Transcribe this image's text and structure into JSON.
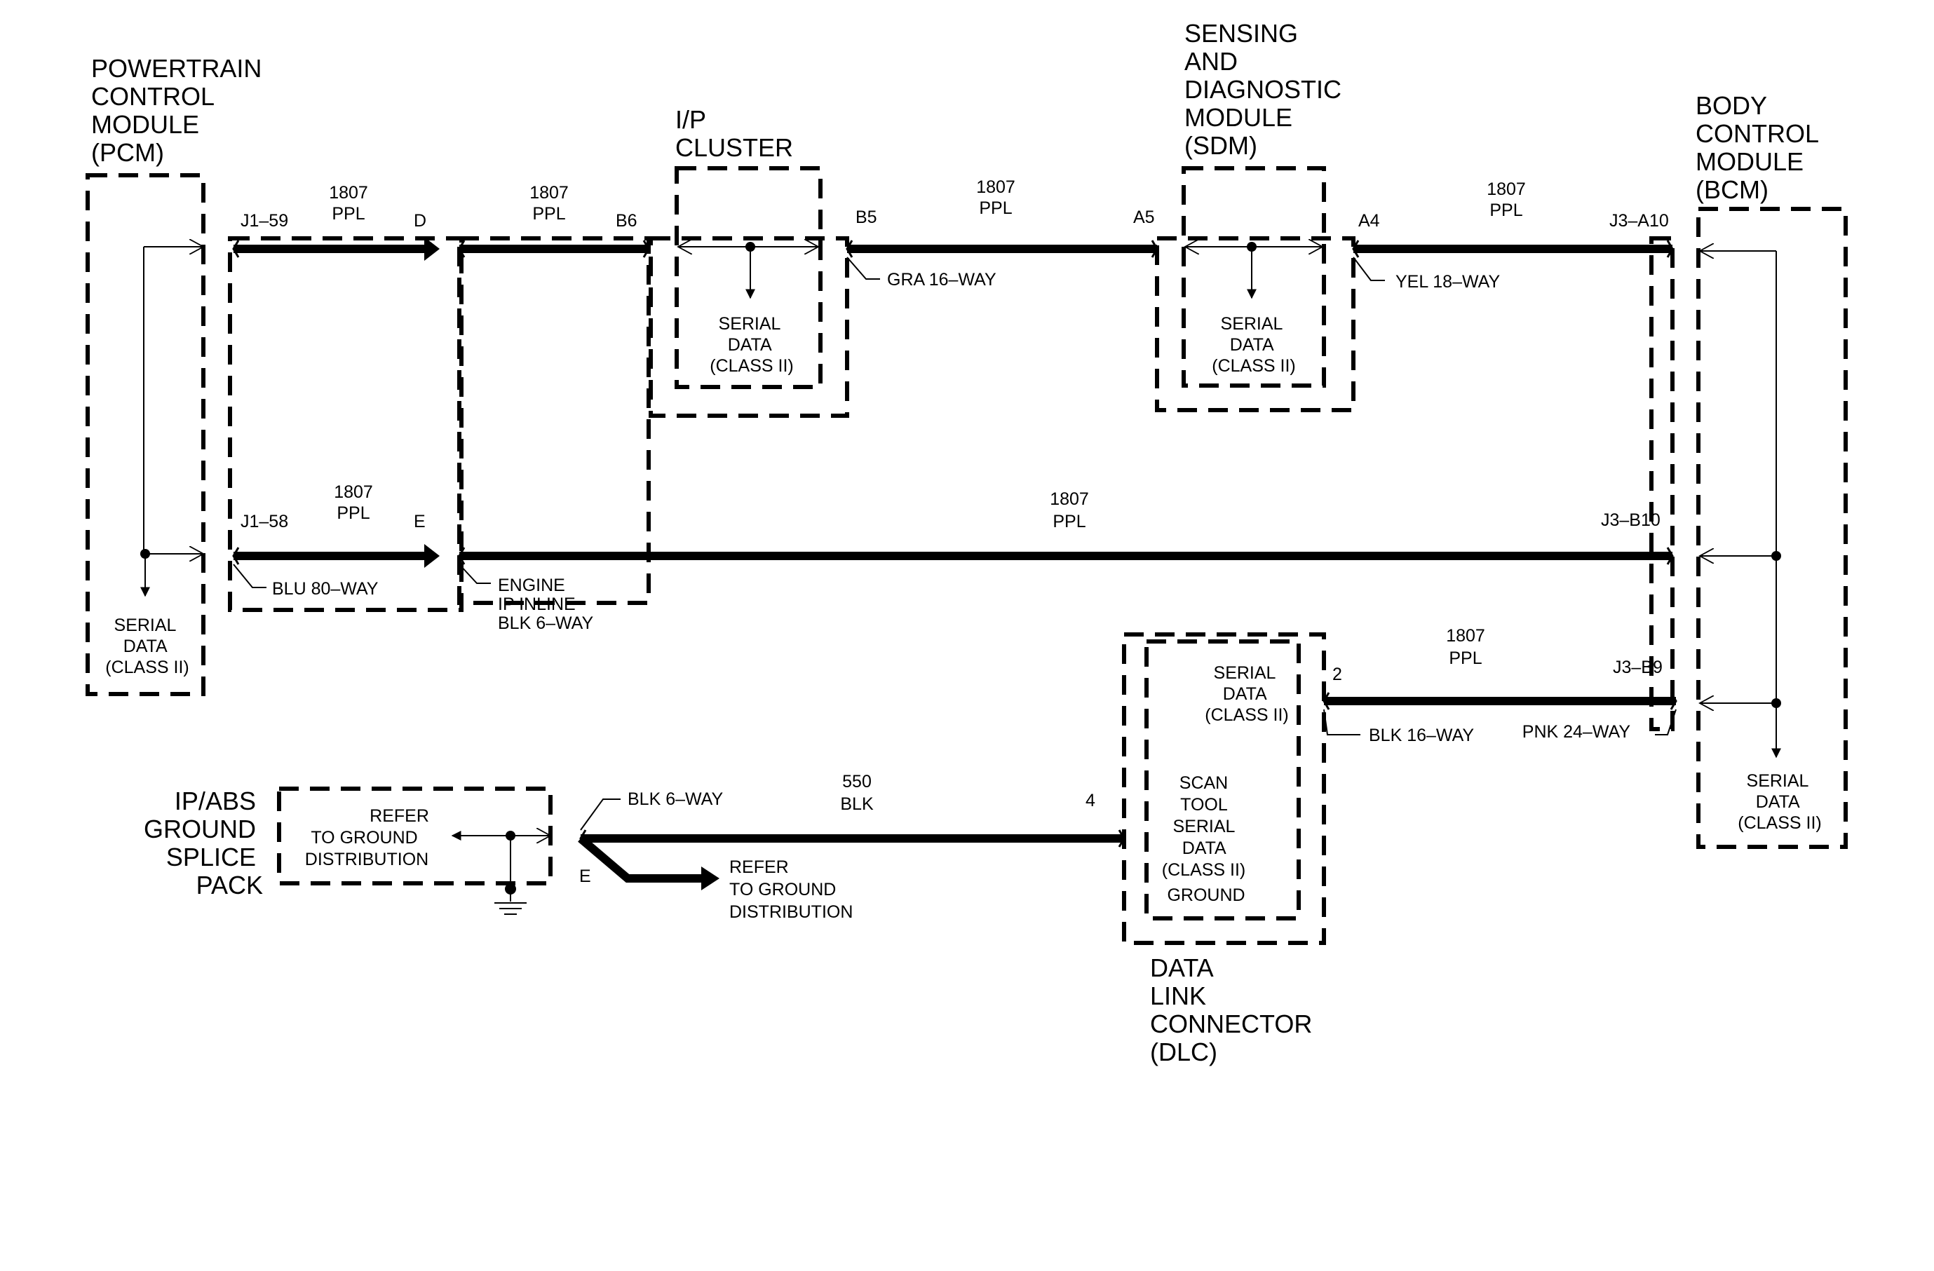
{
  "modules": {
    "pcm": [
      "POWERTRAIN",
      "CONTROL",
      "MODULE",
      "(PCM)"
    ],
    "ip_cluster": [
      "I/P",
      "CLUSTER"
    ],
    "sdm": [
      "SENSING",
      "AND",
      "DIAGNOSTIC",
      "MODULE",
      "(SDM)"
    ],
    "bcm": [
      "BODY",
      "CONTROL",
      "MODULE",
      "(BCM)"
    ],
    "dlc": [
      "DATA",
      "LINK",
      "CONNECTOR",
      "(DLC)"
    ],
    "ground_splice": [
      "IP/ABS",
      "GROUND",
      "SPLICE",
      "PACK"
    ]
  },
  "serial_data": [
    "SERIAL",
    "DATA",
    "(CLASS II)"
  ],
  "dlc_internal": [
    "SCAN",
    "TOOL",
    "SERIAL",
    "DATA",
    "(CLASS II)",
    "GROUND"
  ],
  "refer_ground": [
    "REFER",
    "TO GROUND",
    "DISTRIBUTION"
  ],
  "pins": {
    "j1_59": "J1–59",
    "j1_58": "J1–58",
    "d": "D",
    "e": "E",
    "b6": "B6",
    "b5": "B5",
    "a5": "A5",
    "a4": "A4",
    "j3_a10": "J3–A10",
    "j3_b10": "J3–B10",
    "j3_b9": "J3–B9",
    "dlc_2": "2",
    "dlc_4": "4",
    "splice_e": "E"
  },
  "circuits": {
    "number": "1807",
    "color": "PPL",
    "ground_number": "550",
    "ground_color": "BLK"
  },
  "connectors": {
    "blu80": "BLU 80–WAY",
    "engine_ip": [
      "ENGINE",
      "IP INLINE",
      "BLK 6–WAY"
    ],
    "gra16": "GRA 16–WAY",
    "yel18": "YEL 18–WAY",
    "blk16": "BLK 16–WAY",
    "pnk24": "PNK 24–WAY",
    "blk6": "BLK 6–WAY"
  }
}
